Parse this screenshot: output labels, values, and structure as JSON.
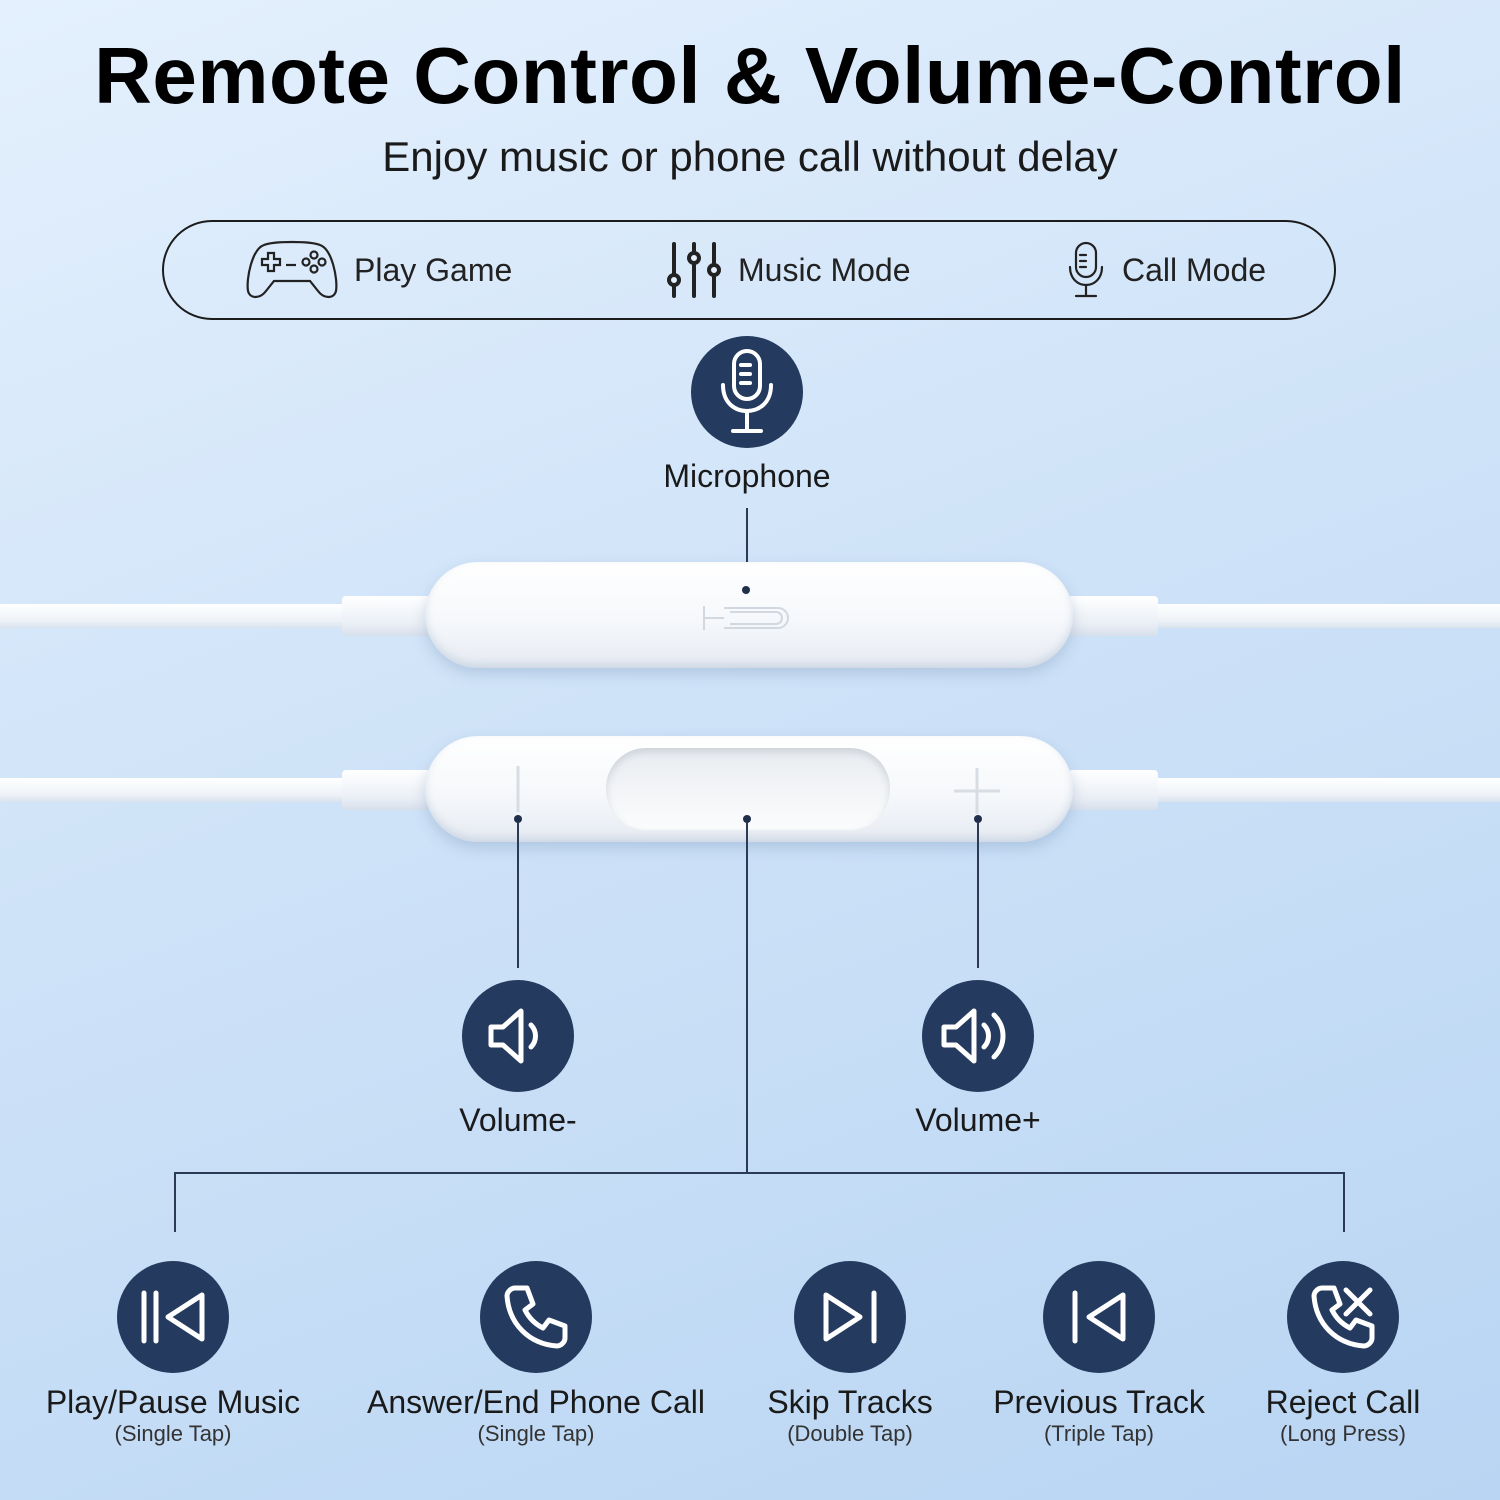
{
  "header": {
    "title": "Remote Control & Volume-Control",
    "subtitle": "Enjoy music or phone call without delay"
  },
  "modes": [
    {
      "label": "Play Game",
      "icon": "gamepad-icon"
    },
    {
      "label": "Music Mode",
      "icon": "equalizer-icon"
    },
    {
      "label": "Call Mode",
      "icon": "microphone-icon"
    }
  ],
  "microphone": {
    "label": "Microphone",
    "icon": "microphone-icon"
  },
  "volume_down": {
    "label": "Volume-",
    "icon": "speaker-low-icon"
  },
  "volume_up": {
    "label": "Volume+",
    "icon": "speaker-high-icon"
  },
  "functions": [
    {
      "label": "Play/Pause Music",
      "sublabel": "(Single Tap)",
      "icon": "play-pause-icon"
    },
    {
      "label": "Answer/End Phone Call",
      "sublabel": "(Single Tap)",
      "icon": "phone-icon"
    },
    {
      "label": "Skip Tracks",
      "sublabel": "(Double Tap)",
      "icon": "skip-forward-icon"
    },
    {
      "label": "Previous Track",
      "sublabel": "(Triple Tap)",
      "icon": "skip-back-icon"
    },
    {
      "label": "Reject Call",
      "sublabel": "(Long Press)",
      "icon": "reject-call-icon"
    }
  ],
  "colors": {
    "icon_circle": "#243a5e",
    "background": "#cfe3f8"
  }
}
